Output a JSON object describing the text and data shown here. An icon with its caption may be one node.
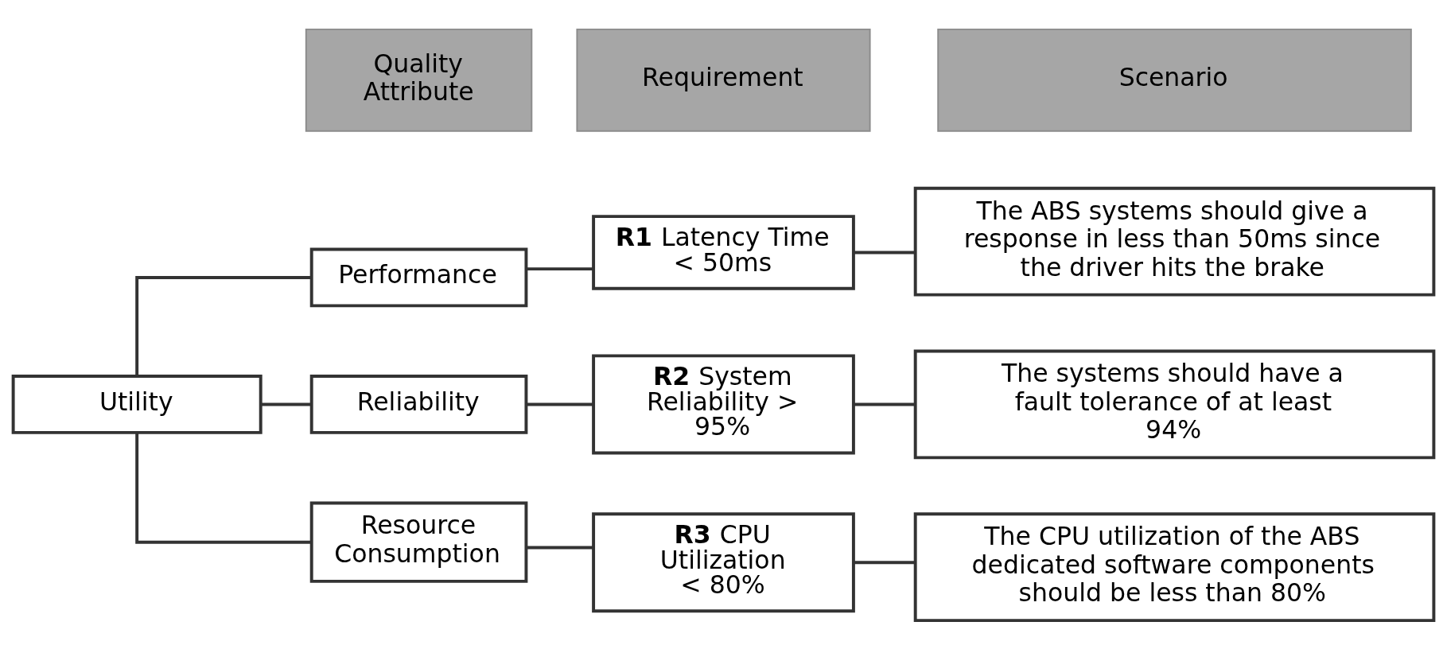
{
  "diagram": {
    "nodes": [
      {
        "text": [
          "Quality Attribute"
        ]
      },
      {
        "text": [
          "Requirement"
        ]
      },
      {
        "text": [
          "Scenario"
        ]
      },
      {
        "text": [
          "Utility"
        ]
      },
      {
        "text": [
          "Performance"
        ]
      },
      {
        "text": [
          "Reliability"
        ]
      },
      {
        "text": [
          "Resource Consumption"
        ]
      },
      {
        "text": [
          "**R1** Latency Time < 50ms"
        ]
      },
      {
        "text": [
          "**R2** System Reliability > 95%"
        ]
      },
      {
        "text": [
          "**R3** CPU Utilization < 80%"
        ]
      },
      {
        "text": [
          "The ABS systems should give a response in less than 50ms since the driver hits the brake"
        ]
      },
      {
        "text": [
          "The systems should have a fault tolerance of at least 94%"
        ]
      },
      {
        "text": [
          "The CPU utilization of the ABS dedicated software components should be less than 80%"
        ]
      }
    ],
    "edges": [
      {
        "from": 3,
        "to": 4,
        "arrow": "none"
      },
      {
        "from": 3,
        "to": 5,
        "arrow": "none"
      },
      {
        "from": 3,
        "to": 6,
        "arrow": "none"
      },
      {
        "from": 4,
        "to": 7,
        "arrow": "none"
      },
      {
        "from": 5,
        "to": 8,
        "arrow": "none"
      },
      {
        "from": 6,
        "to": 9,
        "arrow": "none"
      },
      {
        "from": 7,
        "to": 10,
        "arrow": "none"
      },
      {
        "from": 8,
        "to": 11,
        "arrow": "none"
      },
      {
        "from": 9,
        "to": 12,
        "arrow": "none"
      }
    ]
  }
}
